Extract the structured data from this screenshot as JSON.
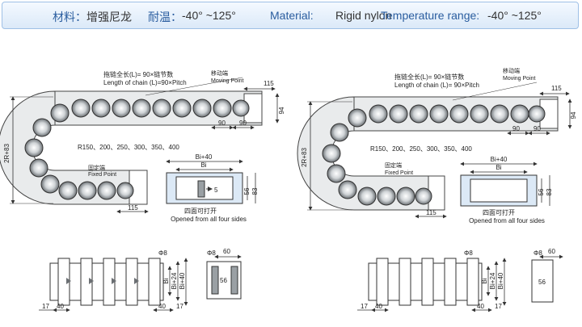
{
  "header": {
    "material_cn_label": "材料：",
    "material_cn_value": "增强尼龙",
    "temp_cn_label": "耐温：",
    "temp_cn_value": "-40° ~125°",
    "material_en_label": "Material: ",
    "material_en_value": "Rigid nylon",
    "temp_en_label": "Temperature range: ",
    "temp_en_value": "-40° ~125°"
  },
  "side_views": [
    {
      "length_cn": "拖链全长(L)= 90×链节数",
      "length_en": "Length of chain (L)=90×Pitch",
      "moving_cn": "移动端",
      "moving_en": "Moving Point",
      "fixed_cn": "固定端",
      "fixed_en": "Fixed Point",
      "radius": "R150、200、250、300、350、400",
      "height": "2R+83",
      "dim_115_top": "115",
      "dim_94": "94",
      "dim_90a": "90",
      "dim_90b": "90",
      "dim_115_bottom": "115"
    },
    {
      "length_cn": "拖链全长(L)= 90×链节数",
      "length_en": "Length of chain (L)= 90×Pitch",
      "moving_cn": "移动端",
      "moving_en": "Moving Point",
      "fixed_cn": "固定端",
      "fixed_en": "Fixed Point",
      "radius": "R150、200、250、300、350、400",
      "height": "2R+83",
      "dim_115_top": "115",
      "dim_94": "94",
      "dim_90a": "90",
      "dim_90b": "90",
      "dim_115_bottom": "115"
    }
  ],
  "cross_sections": [
    {
      "bi40": "Bi+40",
      "bi": "Bi",
      "d5": "5",
      "d56": "56",
      "d83": "83",
      "cn": "四面可打开",
      "en": "Opened from all four sides"
    },
    {
      "bi40": "Bi+40",
      "bi": "Bi",
      "d56": "56",
      "d83": "83",
      "cn": "四面可打开",
      "en": "Opened from all four sides"
    }
  ],
  "bracket_views": [
    {
      "phi8": "Φ8",
      "bi24": "Bi+24",
      "bi40": "Bi+40",
      "bi": "Bi",
      "d17": "17",
      "d40a": "40",
      "d40b": "40",
      "d17b": "17"
    },
    {
      "phi8": "Φ8",
      "bi24": "Bi+24",
      "bi40": "Bi+40",
      "bi": "Bi",
      "d17": "17",
      "d40a": "40",
      "d40b": "40",
      "d17b": "17"
    }
  ],
  "end_views": [
    {
      "phi8": "Φ8",
      "d60": "60",
      "d56": "56"
    },
    {
      "phi8": "Φ8",
      "d60": "60",
      "d56": "56"
    }
  ]
}
